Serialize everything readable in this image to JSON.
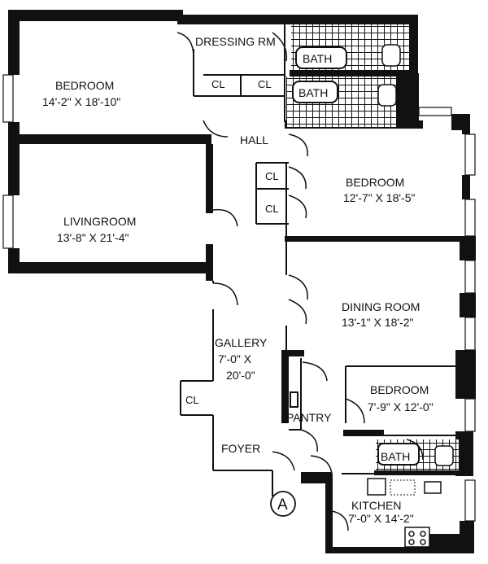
{
  "rooms": {
    "dressing_rm": "DRESSING RM",
    "bath_1": "BATH",
    "bath_2": "BATH",
    "bath_3": "BATH",
    "cl_1": "CL",
    "cl_2": "CL",
    "cl_3": "CL",
    "cl_4": "CL",
    "cl_5": "CL",
    "bedroom_1": {
      "name": "BEDROOM",
      "dims": "14'-2\" X 18'-10\""
    },
    "hall": "HALL",
    "bedroom_2": {
      "name": "BEDROOM",
      "dims": "12'-7\" X 18'-5\""
    },
    "livingroom": {
      "name": "LIVINGROOM",
      "dims": "13'-8\" X 21'-4\""
    },
    "dining_room": {
      "name": "DINING ROOM",
      "dims": "13'-1\" X 18'-2\""
    },
    "gallery": {
      "name": "GALLERY",
      "dims_1": "7'-0\" X",
      "dims_2": "20'-0\""
    },
    "bedroom_3": {
      "name": "BEDROOM",
      "dims": "7'-9\" X 12'-0\""
    },
    "pantry": "PANTRY",
    "foyer": "FOYER",
    "kitchen": {
      "name": "KITCHEN",
      "dims": "7'-0\" X 14'-2\""
    }
  },
  "unit_marker": "A"
}
